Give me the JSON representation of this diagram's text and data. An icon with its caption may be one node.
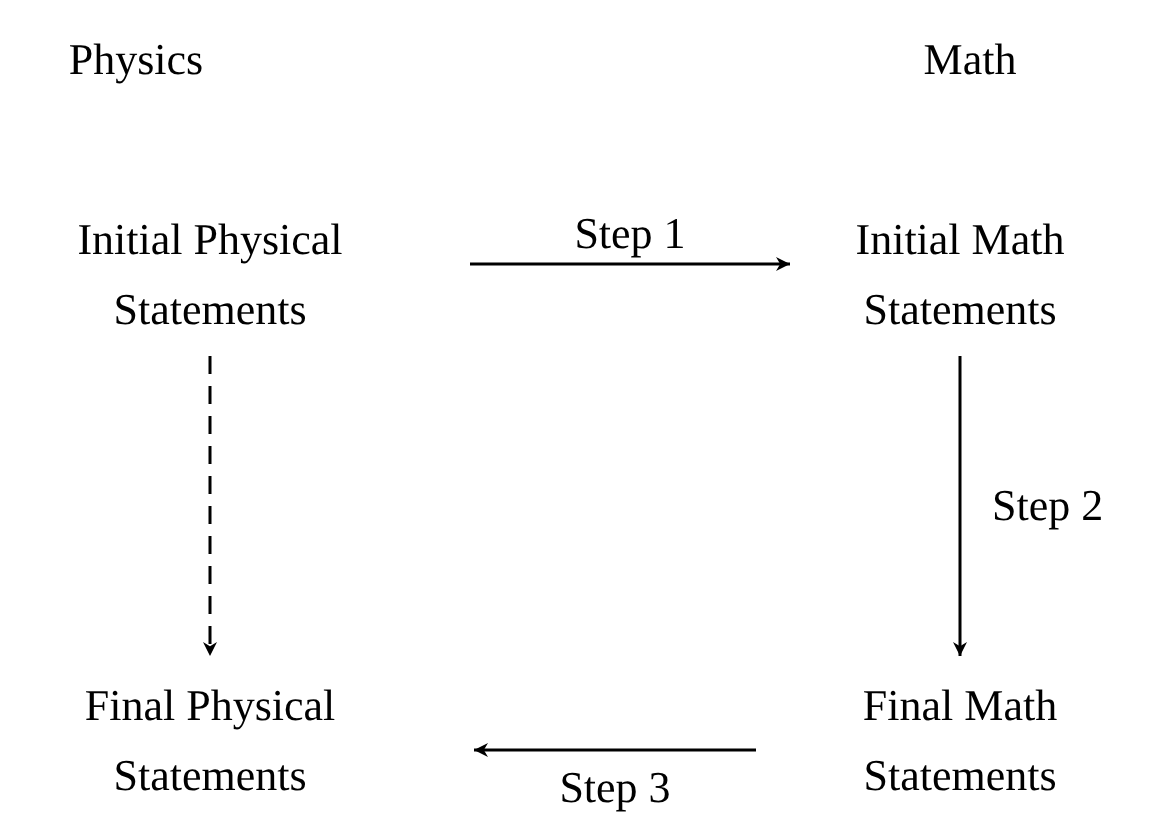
{
  "diagram": {
    "nodes": [
      {
        "text": [
          "Initial Physical Statements"
        ]
      },
      {
        "text": [
          "Initial Math Statements"
        ]
      },
      {
        "text": [
          "Final Physical Statements"
        ]
      },
      {
        "text": [
          "Final Math Statements"
        ]
      }
    ],
    "edges": [
      {
        "from": 0,
        "to": 1,
        "arrow": "to",
        "label": "Step 1"
      },
      {
        "from": 1,
        "to": 3,
        "arrow": "to",
        "label": "Step 2"
      },
      {
        "from": 3,
        "to": 2,
        "arrow": "to",
        "label": "Step 3"
      },
      {
        "from": 0,
        "to": 2,
        "arrow": "to",
        "style": "dashed"
      }
    ],
    "labels": [
      "Physics",
      "Math"
    ]
  }
}
